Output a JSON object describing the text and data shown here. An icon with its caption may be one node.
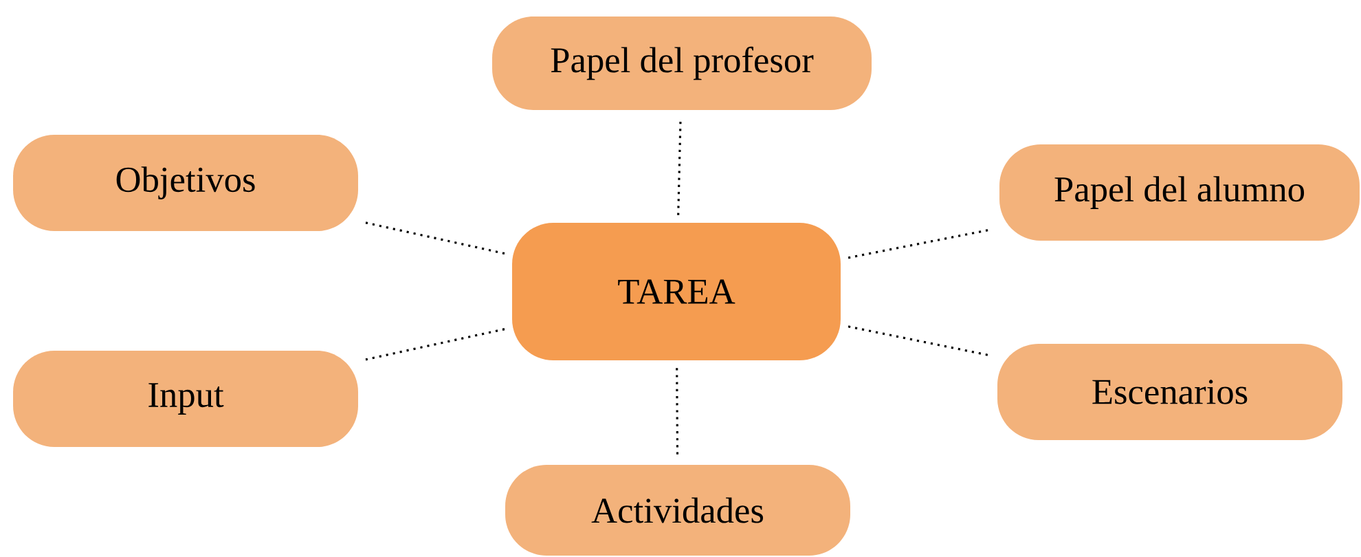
{
  "diagram": {
    "nodes": [
      {
        "text": [
          "TAREA"
        ]
      },
      {
        "text": [
          "Papel del profesor"
        ]
      },
      {
        "text": [
          "Objetivos"
        ]
      },
      {
        "text": [
          "Papel del alumno"
        ]
      },
      {
        "text": [
          "Input"
        ]
      },
      {
        "text": [
          "Escenarios"
        ]
      },
      {
        "text": [
          "Actividades"
        ]
      }
    ],
    "edges": [
      {
        "from": 0,
        "to": 1,
        "arrow": "none"
      },
      {
        "from": 0,
        "to": 2,
        "arrow": "none"
      },
      {
        "from": 0,
        "to": 3,
        "arrow": "none"
      },
      {
        "from": 0,
        "to": 4,
        "arrow": "none"
      },
      {
        "from": 0,
        "to": 5,
        "arrow": "none"
      },
      {
        "from": 0,
        "to": 6,
        "arrow": "none"
      }
    ]
  }
}
